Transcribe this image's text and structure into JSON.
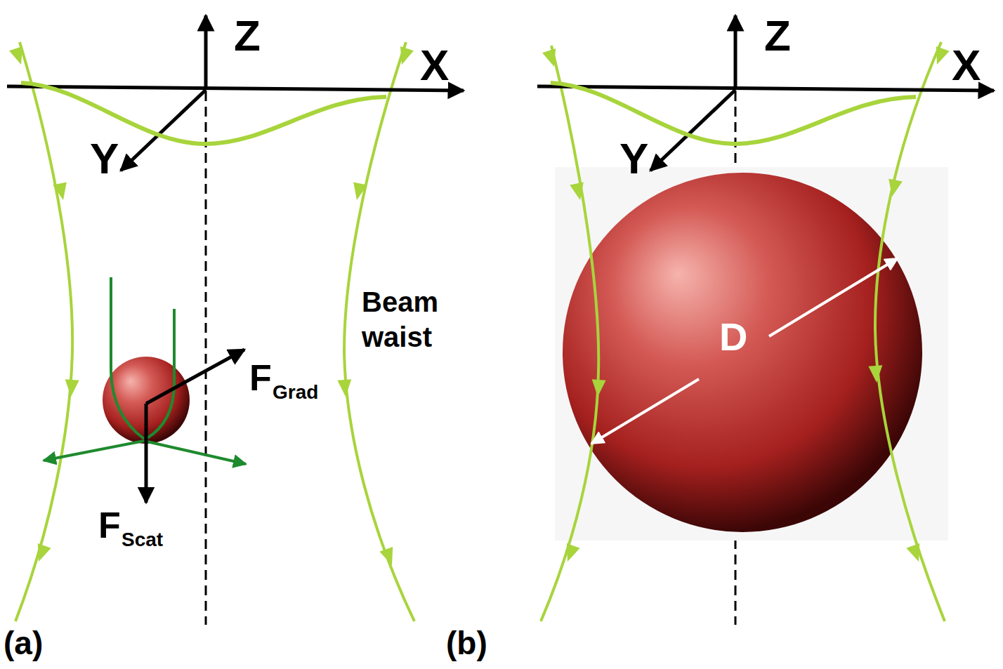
{
  "diagram": {
    "labels": [
      "Z",
      "X",
      "Y",
      "F",
      "Grad",
      "F",
      "Scat",
      "Beam waist",
      "(a)",
      "Z",
      "X",
      "Y",
      "D",
      "(b)"
    ]
  }
}
